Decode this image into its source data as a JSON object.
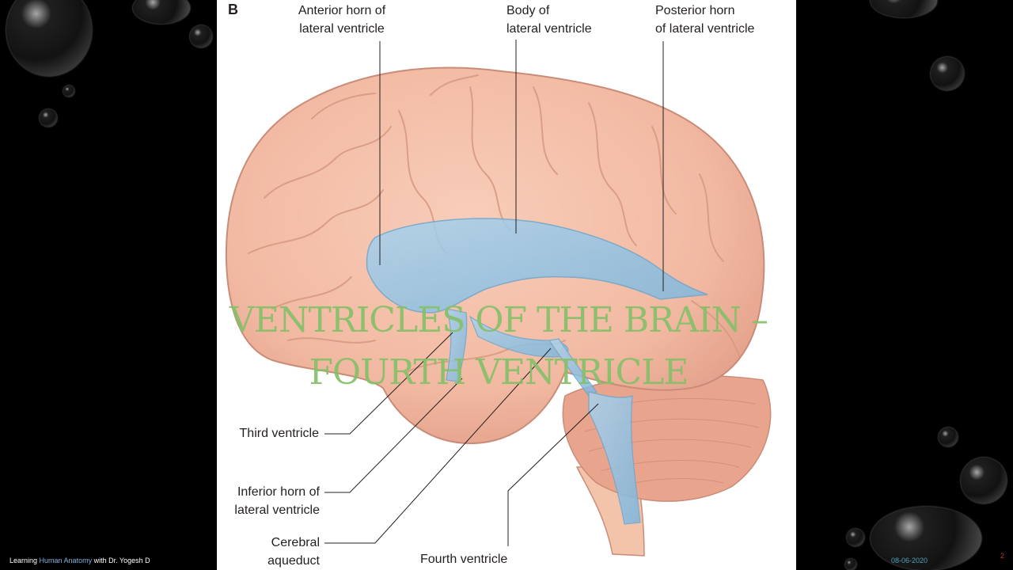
{
  "slide": {
    "title": "VENTRICLES OF THE BRAIN – FOURTH VENTRICLE",
    "title_color": "#86c06a",
    "background": "#000000",
    "figure_background": "#ffffff"
  },
  "figure": {
    "panel_letter": "B",
    "labels": {
      "anterior_horn": [
        "Anterior horn of",
        "lateral ventricle"
      ],
      "body": [
        "Body of",
        "lateral ventricle"
      ],
      "posterior_horn": [
        "Posterior horn",
        "of lateral ventricle"
      ],
      "third_ventricle": "Third ventricle",
      "inferior_horn": [
        "Inferior horn of",
        "lateral ventricle"
      ],
      "cerebral_aqueduct": [
        "Cerebral",
        "aqueduct"
      ],
      "fourth_ventricle": "Fourth  ventricle"
    },
    "colors": {
      "brain": "#f2b9a2",
      "brain_outline": "#c98c78",
      "ventricle": "#8fc4e6",
      "cerebellum": "#e9a48e",
      "brainstem": "#f3c3aa"
    }
  },
  "footer": {
    "left_prefix": "Learning ",
    "left_accent1": "Human",
    "left_accent2": " Anatomy",
    "left_suffix": " with Dr. Yogesh D",
    "date": "08-06-2020",
    "slide_number": "2"
  }
}
